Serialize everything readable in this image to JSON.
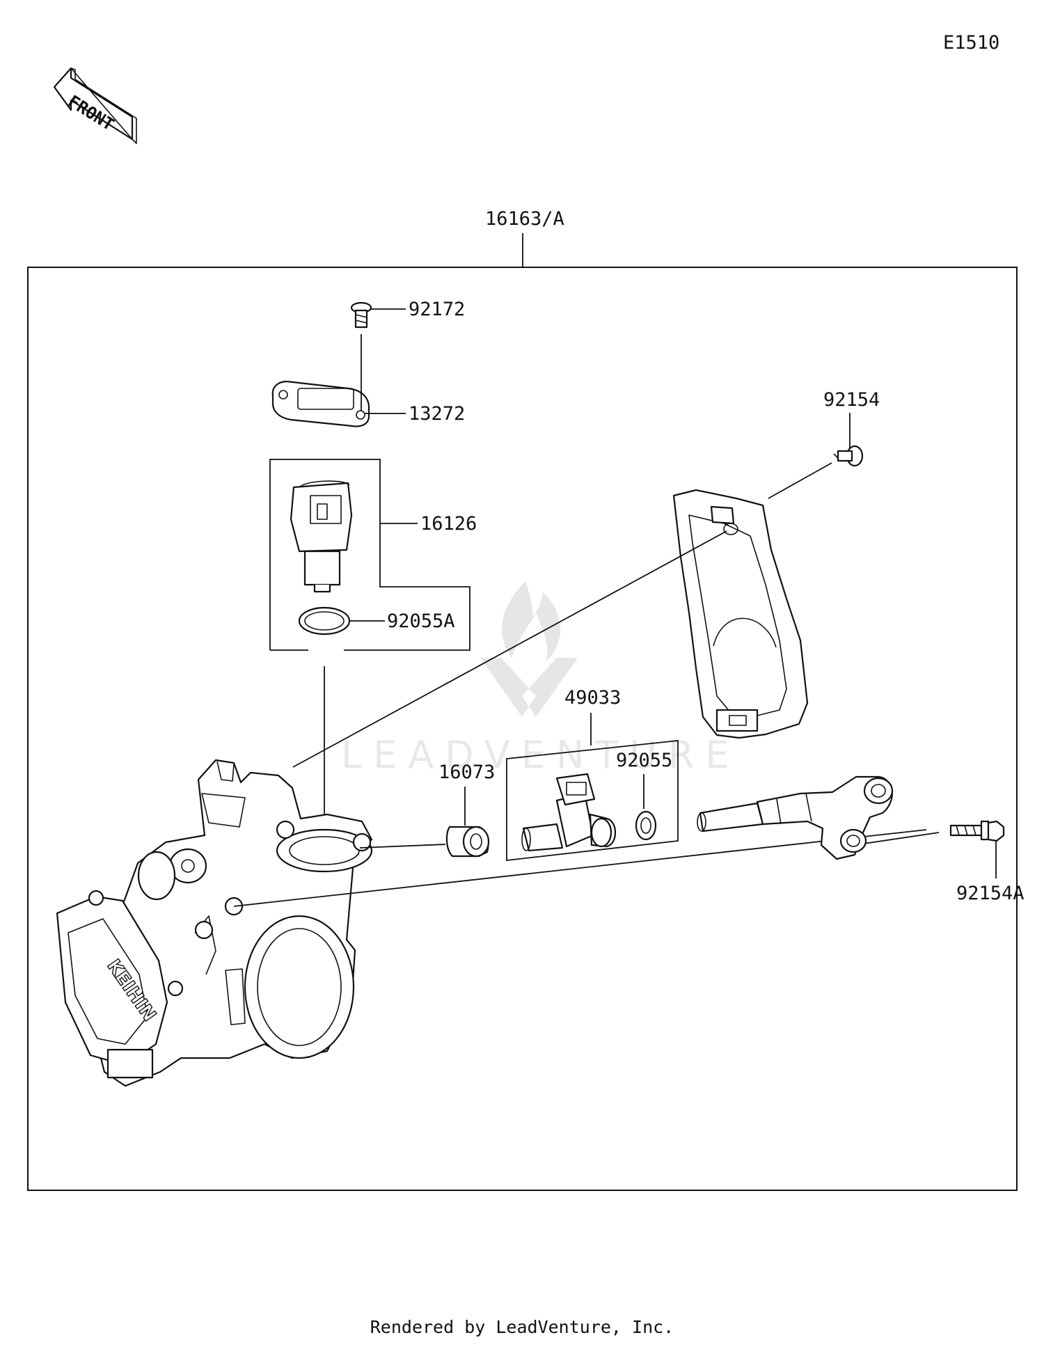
{
  "diagram_code": "E1510",
  "front_label": "FRONT",
  "assembly_label": "16163/A",
  "parts": [
    {
      "id": "p92172",
      "number": "92172"
    },
    {
      "id": "p13272",
      "number": "13272"
    },
    {
      "id": "p16126",
      "number": "16126"
    },
    {
      "id": "p92055A",
      "number": "92055A"
    },
    {
      "id": "p92154",
      "number": "92154"
    },
    {
      "id": "p49033",
      "number": "49033"
    },
    {
      "id": "p16073",
      "number": "16073"
    },
    {
      "id": "p92055",
      "number": "92055"
    },
    {
      "id": "p92154A",
      "number": "92154A"
    }
  ],
  "watermark": "LEADVENTURE",
  "footer": "Rendered by LeadVenture, Inc."
}
